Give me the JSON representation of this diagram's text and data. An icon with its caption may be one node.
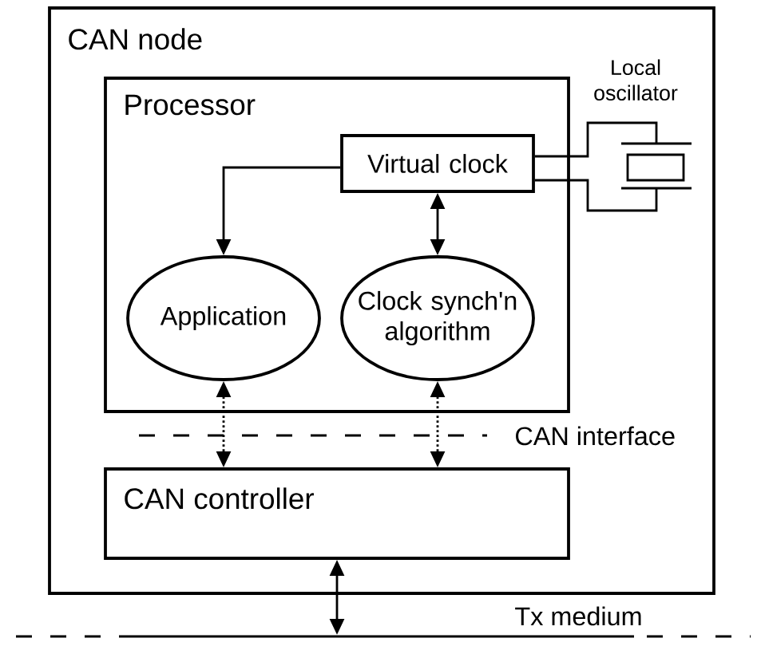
{
  "diagram": {
    "nodes": [
      {
        "text": [
          "CAN node"
        ]
      },
      {
        "text": [
          "Processor"
        ],
        "in": 0
      },
      {
        "text": [],
        "shape": "picture",
        "beside": [
          "Local oscillator"
        ],
        "in": 0
      },
      {
        "text": [
          "Virtual clock"
        ],
        "in": 1
      },
      {
        "text": [
          "Application"
        ],
        "in": 1
      },
      {
        "text": [
          "Clock synch'n algorithm"
        ],
        "in": 1
      },
      {
        "text": [
          "CAN controller"
        ],
        "in": 0
      },
      {
        "text": [],
        "shape": "line",
        "beside": [
          "Tx medium"
        ]
      }
    ],
    "edges": [
      {
        "from": 3,
        "to": 2,
        "arrow": "none"
      },
      {
        "from": 3,
        "to": 2,
        "arrow": "none"
      },
      {
        "from": 3,
        "to": 4,
        "arrow": "to"
      },
      {
        "from": 3,
        "to": 5,
        "arrow": "both"
      },
      {
        "from": 4,
        "to": 6,
        "arrow": "both",
        "style": "dashed"
      },
      {
        "from": 5,
        "to": 6,
        "arrow": "both",
        "style": "dashed"
      },
      {
        "from": 6,
        "to": 7,
        "arrow": "both"
      }
    ],
    "labels": [
      "CAN interface"
    ]
  }
}
